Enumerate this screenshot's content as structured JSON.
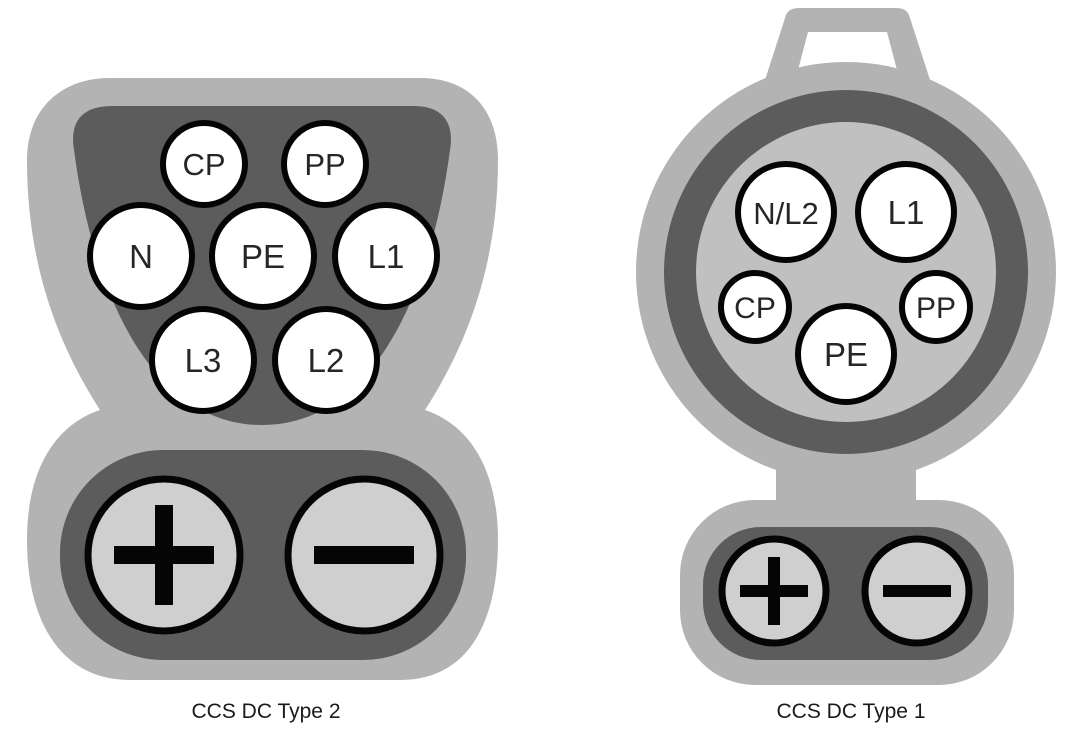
{
  "colors": {
    "light_gray": "#b3b3b3",
    "dark_gray": "#5c5c5c",
    "mid_gray": "#c0c0c0",
    "pin_white": "#ffffff",
    "pin_outline": "#050505",
    "dc_fill": "#cfcfcf"
  },
  "connectors": {
    "type2": {
      "caption": "CCS DC Type 2",
      "pins": {
        "cp": "CP",
        "pp": "PP",
        "n": "N",
        "pe": "PE",
        "l1": "L1",
        "l3": "L3",
        "l2": "L2"
      },
      "dc_pins": {
        "positive": "+",
        "negative": "−"
      }
    },
    "type1": {
      "caption": "CCS DC Type 1",
      "pins": {
        "nl2": "N/L2",
        "l1": "L1",
        "cp": "CP",
        "pp": "PP",
        "pe": "PE"
      },
      "dc_pins": {
        "positive": "+",
        "negative": "−"
      }
    }
  }
}
